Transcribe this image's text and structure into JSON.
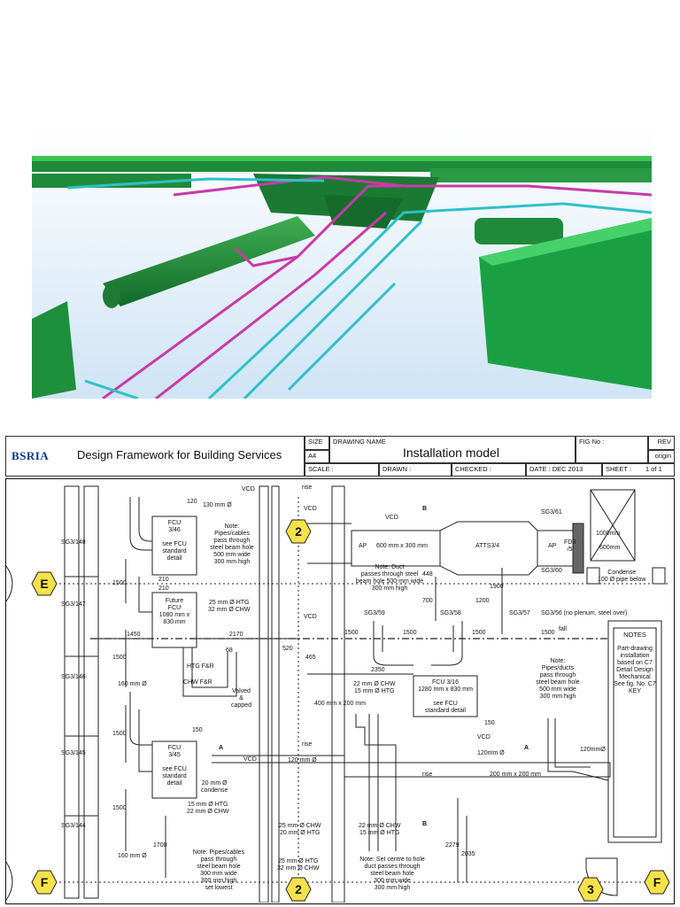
{
  "title_block": {
    "logo": "BSRIA",
    "framework": "Design Framework for Building Services",
    "size_label": "SIZE",
    "size_value": "A4",
    "drawing_name_label": "DRAWING NAME",
    "drawing_name": "Installation model",
    "fig_label": "FIG No :",
    "rev_label": "REV",
    "rev_value": "origin",
    "scale": "SCALE :",
    "drawn": "DRAWN :",
    "checked": "CHECKED :",
    "date": "DATE : DEC 2013",
    "sheet_label": "SHEET :",
    "sheet_value": "1 of 1"
  },
  "colors": {
    "duct_green": "#1f8a3a",
    "duct_light": "#3cc552",
    "chw_pipe": "#2fc0c8",
    "htg_pipe": "#c93aa6",
    "sky_top": "#ffffff",
    "sky_bottom": "#cfe4f5",
    "grid_bubble": "#f3e24a"
  },
  "grid_refs": {
    "e": "E",
    "f_left": "F",
    "f_right": "F",
    "two_top": "2",
    "two_bottom": "2",
    "three": "3",
    "a_left": "A",
    "a_right": "A",
    "b_top": "B",
    "b_bottom": "B"
  },
  "labels": {
    "sg3_48": "SG3/148",
    "sg3_47": "SG3/147",
    "sg3_46": "SG3/146",
    "sg3_45": "SG3/145",
    "sg3_44": "SG3/144",
    "sg3_61": "SG3/61",
    "sg3_60": "SG3/60",
    "sg3_59": "SG3/59",
    "sg3_58": "SG3/58",
    "sg3_57": "SG3/57",
    "sg3_56": "SG3/56 (no plenum, steel over)",
    "fcu_346": "FCU\n3/46\n\nsee FCU\nstandard\ndetail",
    "fcu_future": "Future\nFCU\n1080 mm x\n830 mm",
    "fcu_345": "FCU\n3/45\n\nsee FCU\nstandard\ndetail",
    "fcu_316": "FCU 3/16\n1280 mm x 830 mm\n\nsee FCU\nstandard detail",
    "note_pipes1": "Note:\nPipes/cables\npass through\nsteel beam hole\n500 mm wide\n300 mm high",
    "note_duct": "Note: Duct\npasses through steel\nbeam hole 500 mm wide\n300 mm high",
    "note_pipes_ducts": "Note:\nPipes/ducts\npass through\nsteel beam hole\n500 mm wide\n300 mm high",
    "note_pipes_bottom": "Note: Pipes/cables\npass through\nsteel beam hole\n300 mm wide\n300 mm high\nset lowest",
    "note_centre": "Note: Set centre to hole\nduct passes through\nsteel beam hole\n300 mm wide\n300 mm high",
    "notes_title": "NOTES",
    "notes_body": "Part-drawing\ninstallation\nbased on C7\nDetail Design\nMechanical\nSee fig. No. C7\nKEY",
    "d120": "120",
    "d130mm": "130 mm Ø",
    "vcd1": "VCD",
    "vcd2": "VCD",
    "vcd3": "VCD",
    "vcd4": "VCD",
    "vcd5": "VCD",
    "vcd6": "VCD",
    "rise1": "rise",
    "rise2": "rise",
    "rise3": "rise",
    "ap1": "AP",
    "ap2": "AP",
    "duct600": "600 mm x 300 mm",
    "atts": "ATTS3/4",
    "fd3": "FD3\n/5",
    "d1000": "1000mm",
    "d600": "600mm",
    "condense": "Condense\n100 Ø pipe below",
    "d210a": "210",
    "d210b": "210",
    "d1500a": "1500",
    "d1500b": "1500",
    "d1500c": "1500",
    "d1500d": "1500",
    "d1500e": "1500",
    "d1500f": "1500",
    "d1500g": "1500",
    "d1500h": "1500",
    "htg25": "25 mm Ø HTG\n32 mm Ø CHW",
    "d1450": "1450",
    "d2170": "2170",
    "d520": "520",
    "d465": "465",
    "d448": "448",
    "d700": "700",
    "d1200": "1200",
    "d1900": "1900",
    "fall": "fall",
    "htg_fr": "HTG F&R",
    "chw_fr": "CHW F&R",
    "d68": "68",
    "valved": "Valved\n&\ncapped",
    "d160a": "160 mm Ø",
    "d160b": "160 mm Ø",
    "d2350": "2350",
    "chw22": "22 mm Ø CHW\n15 mm Ø HTG",
    "duct400": "400 mm x 200 mm",
    "d150a": "150",
    "d150b": "150",
    "d120mm_a": "120 mm Ø",
    "d120mm_b": "120mm Ø",
    "d120mm_c": "120mmØ",
    "duct200": "200 mm x 200 mm",
    "cond20": "20 mm Ø\ncondense",
    "htg15": "15 mm Ø HTG\n22 mm Ø CHW",
    "chw25": "25 mm Ø CHW\n20 mm Ø HTG",
    "chw22b": "22 mm Ø CHW\n15 mm Ø HTG",
    "htg25b": "25 mm Ø HTG\n32 mm Ø CHW",
    "d1700": "1700",
    "d2279": "2279",
    "d2035": "2035"
  }
}
